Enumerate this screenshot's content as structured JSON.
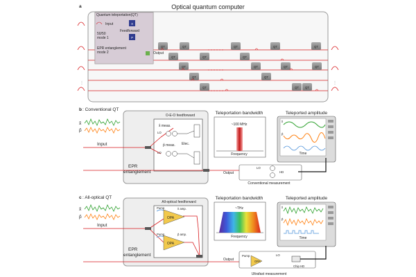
{
  "panel_a": {
    "letter": "a",
    "title": "Optical quantum computer",
    "inset_title": "Quantum teleportation(QT)",
    "input": "Input",
    "bs": "50/50",
    "mode1": "mode 1",
    "ff": "Feedforward",
    "x": "X",
    "p": "P",
    "epr": "EPR entanglement",
    "mode2": "mode 2",
    "output": "Output",
    "qt": "QT",
    "dots": "•\n•\n•"
  },
  "panel_b": {
    "letter": "b",
    "title": ": Conventional QT",
    "xhat": "x̂",
    "phat": "p̂",
    "input": "Input",
    "epr1": "EPR",
    "epr2": "entanglement",
    "oeo": "O-E-O feedforward",
    "xmeas": "x̂ meas.",
    "pmeas": "p̂ meas.",
    "lo": "LO",
    "elec": "Elec.",
    "bw_title": "Teleportation bandwidth",
    "bw_value": "~100 MHz",
    "freq": "Frequency",
    "amp_title": "Teleported amplitude",
    "amp_x": "x̂",
    "amp_p": "p̂",
    "time": "Time",
    "output": "Output",
    "hd": "HD",
    "meas": "Conventional measurement"
  },
  "panel_c": {
    "letter": "c",
    "title": ": All-optical QT",
    "xhat": "x̂",
    "phat": "p̂",
    "input": "Input",
    "epr1": "EPR",
    "epr2": "entanglement",
    "aoff": "All-optical feedforward",
    "pump": "Pump",
    "opa": "OPA",
    "xamp": "x̂ amp.",
    "pamp": "p̂ amp.",
    "bw_title": "Teleportation bandwidth",
    "bw_value": "~THz",
    "freq": "Frequency",
    "amp_title": "Teleported amplitude",
    "amp_x": "x̂",
    "amp_p": "p̂",
    "time": "Time",
    "output": "Output",
    "lo": "LO",
    "chip": "Chip HD",
    "meas": "Ultrafast measurement"
  },
  "colors": {
    "beam": "#d7191c",
    "green": "#2ca02c",
    "orange": "#ff7f0e",
    "blue": "#4a90d9",
    "opa": "#f2c94c",
    "panel": "#eeeeee",
    "qt_box": "#8c8c8c"
  }
}
